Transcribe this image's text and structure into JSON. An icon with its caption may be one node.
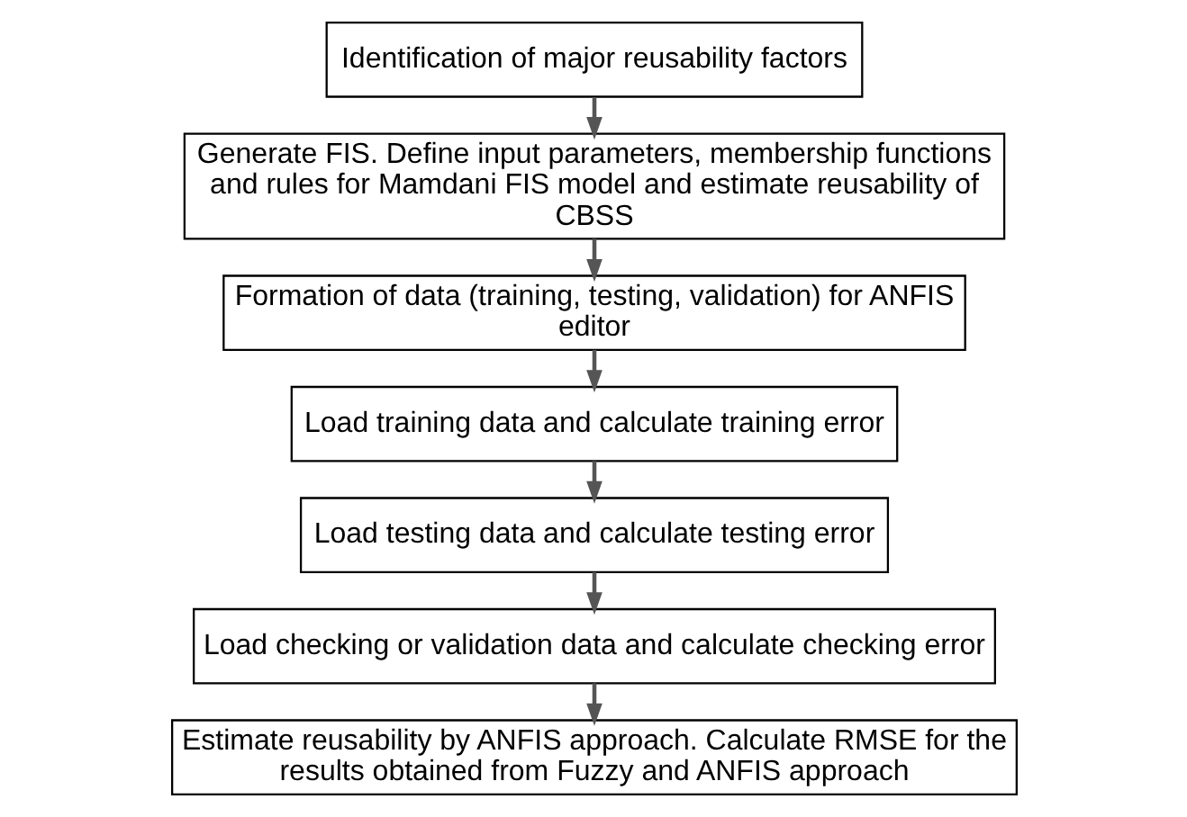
{
  "diagram": {
    "nodes": [
      {
        "text": [
          "Identification of major reusability factors"
        ]
      },
      {
        "text": [
          "Generate FIS. Define input parameters, membership functions and rules for Mamdani FIS model and estimate reusability of CBSS"
        ]
      },
      {
        "text": [
          "Formation of data (training, testing, validation) for ANFIS editor"
        ]
      },
      {
        "text": [
          "Load training data and calculate training error"
        ]
      },
      {
        "text": [
          "Load testing data and calculate testing error"
        ]
      },
      {
        "text": [
          "Load checking or validation data and calculate checking error"
        ]
      },
      {
        "text": [
          "Estimate reusability by ANFIS approach. Calculate RMSE for the results obtained from Fuzzy and ANFIS approach"
        ]
      }
    ],
    "edges": [
      {
        "from": 0,
        "to": 1,
        "arrow": "to"
      },
      {
        "from": 1,
        "to": 2,
        "arrow": "to"
      },
      {
        "from": 2,
        "to": 3,
        "arrow": "to"
      },
      {
        "from": 3,
        "to": 4,
        "arrow": "to"
      },
      {
        "from": 4,
        "to": 5,
        "arrow": "to"
      },
      {
        "from": 5,
        "to": 6,
        "arrow": "to"
      }
    ]
  }
}
